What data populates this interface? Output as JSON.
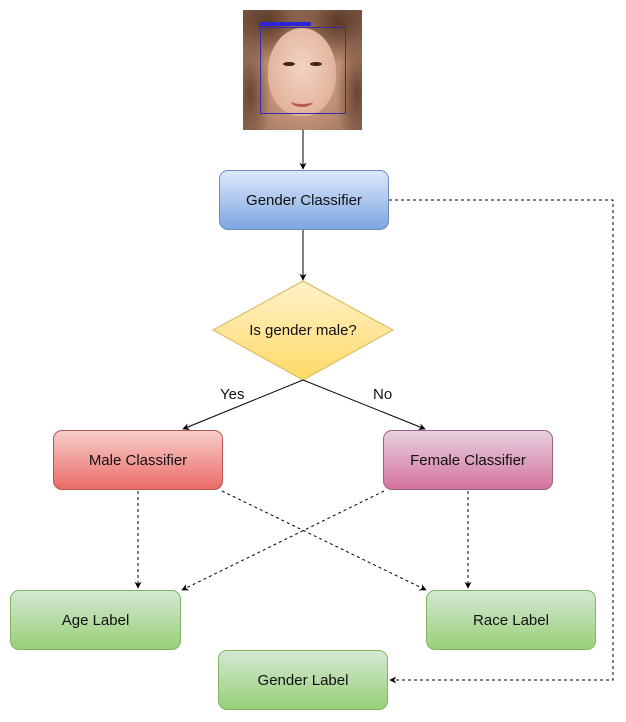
{
  "nodes": {
    "gender_classifier": "Gender Classifier",
    "decision": "Is gender male?",
    "male_classifier": "Male Classifier",
    "female_classifier": "Female Classifier",
    "age_label": "Age Label",
    "race_label": "Race Label",
    "gender_label": "Gender Label"
  },
  "edges": {
    "yes": "Yes",
    "no": "No"
  },
  "colors": {
    "gender_classifier": "#7ea6e0",
    "decision": "#ffd966",
    "male_classifier": "#ea6b66",
    "female_classifier": "#d5739d",
    "labels": "#97d077",
    "edge": "#000000"
  }
}
